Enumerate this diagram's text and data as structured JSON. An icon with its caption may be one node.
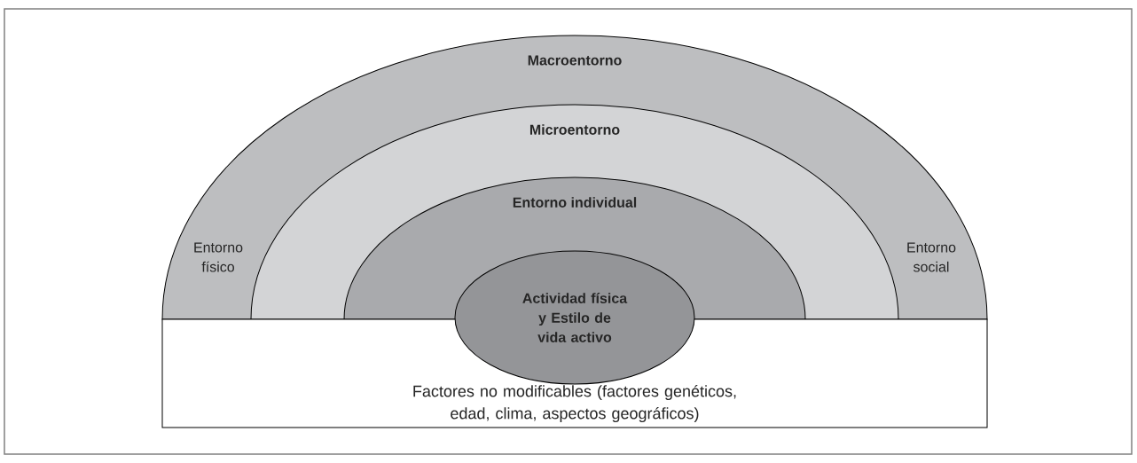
{
  "diagram": {
    "nodes": [
      {
        "text": [
          "Macroentorno"
        ]
      },
      {
        "text": [
          "Microentorno"
        ],
        "in": 0
      },
      {
        "text": [
          "Entorno individual"
        ],
        "in": 1
      },
      {
        "text": [
          "Actividad física y Estilo de vida activo"
        ]
      },
      {
        "text": [
          "Factores no modificables (factores genéticos, edad, clima, aspectos geográficos)"
        ]
      }
    ],
    "labels": [
      "Entorno físico",
      "Entorno social"
    ]
  }
}
